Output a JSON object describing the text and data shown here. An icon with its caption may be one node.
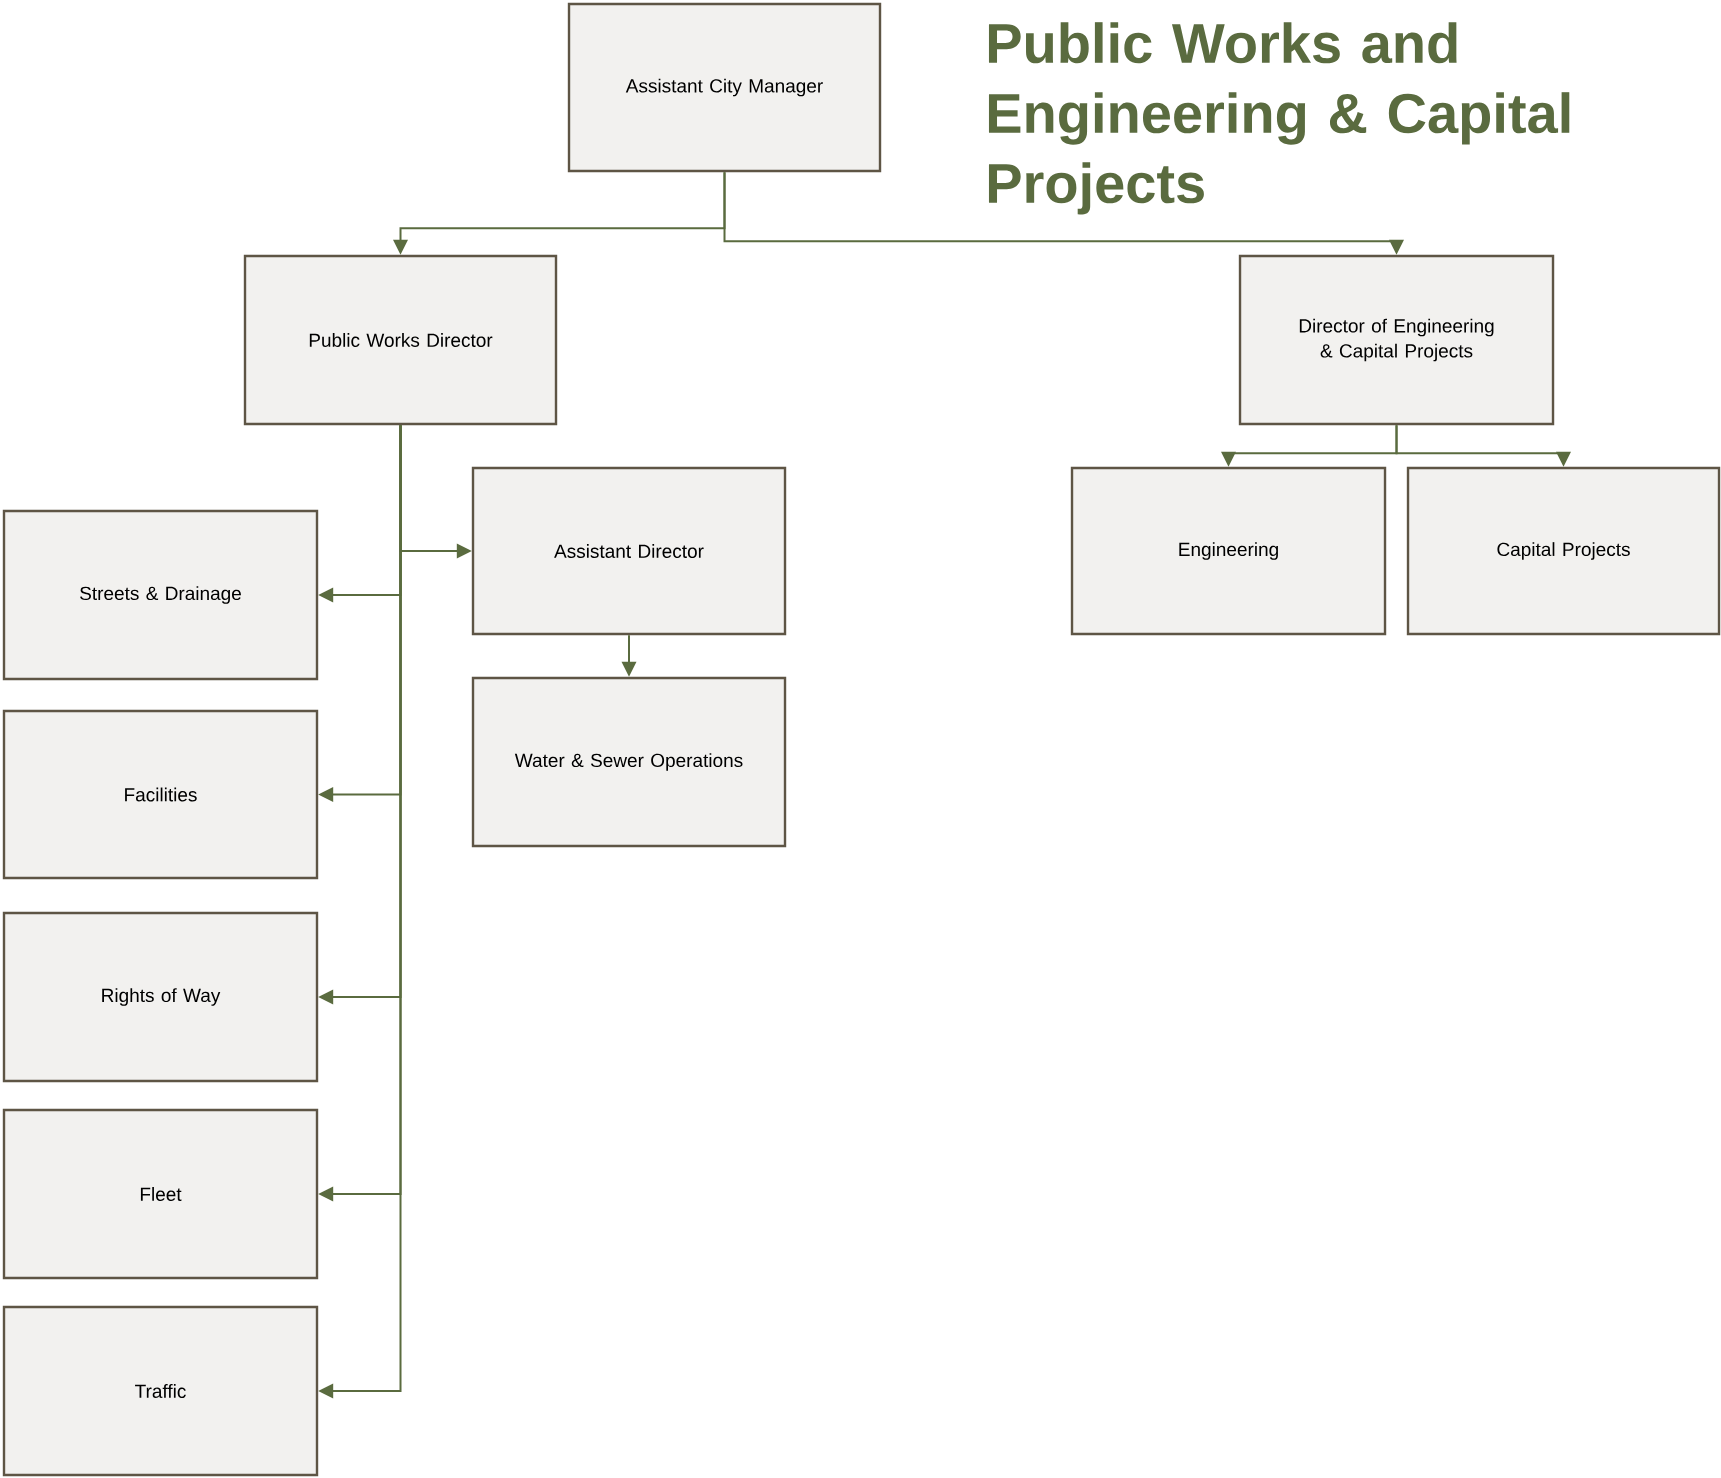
{
  "diagram": {
    "title": "Public Works and Engineering & Capital Projects",
    "nodes": [
      {
        "text": [
          "Assistant City Manager"
        ]
      },
      {
        "text": [
          "Public Works Director"
        ]
      },
      {
        "text": [
          "Director of Engineering & Capital Projects"
        ]
      },
      {
        "text": [
          "Assistant Director"
        ]
      },
      {
        "text": [
          "Water & Sewer Operations"
        ]
      },
      {
        "text": [
          "Streets & Drainage"
        ]
      },
      {
        "text": [
          "Facilities"
        ]
      },
      {
        "text": [
          "Rights of Way"
        ]
      },
      {
        "text": [
          "Fleet"
        ]
      },
      {
        "text": [
          "Traffic"
        ]
      },
      {
        "text": [
          "Engineering"
        ]
      },
      {
        "text": [
          "Capital Projects"
        ]
      }
    ],
    "edges": [
      {
        "from": 0,
        "to": 1,
        "arrow": "to"
      },
      {
        "from": 0,
        "to": 2,
        "arrow": "to"
      },
      {
        "from": 1,
        "to": 3,
        "arrow": "to"
      },
      {
        "from": 3,
        "to": 4,
        "arrow": "to"
      },
      {
        "from": 1,
        "to": 5,
        "arrow": "to"
      },
      {
        "from": 1,
        "to": 6,
        "arrow": "to"
      },
      {
        "from": 1,
        "to": 7,
        "arrow": "to"
      },
      {
        "from": 1,
        "to": 8,
        "arrow": "to"
      },
      {
        "from": 1,
        "to": 9,
        "arrow": "to"
      },
      {
        "from": 2,
        "to": 10,
        "arrow": "to"
      },
      {
        "from": 2,
        "to": 11,
        "arrow": "to"
      }
    ]
  }
}
